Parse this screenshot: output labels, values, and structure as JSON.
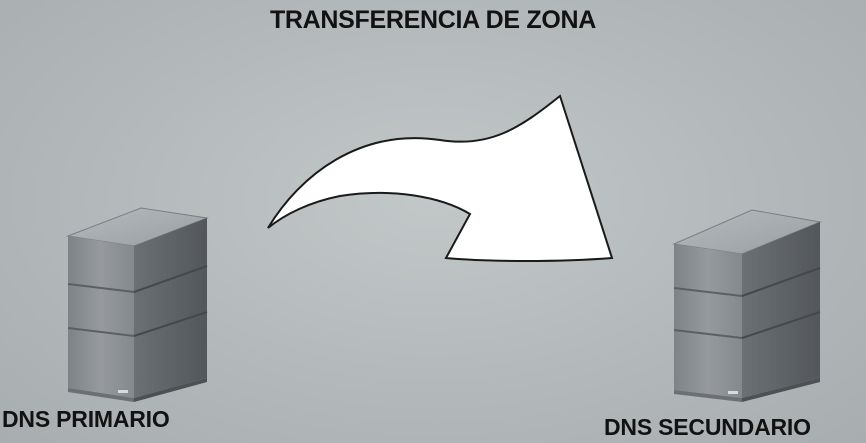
{
  "title": "TRANSFERENCIA DE ZONA",
  "nodes": {
    "primary": {
      "label": "DNS PRIMARIO",
      "icon": "server-icon"
    },
    "secondary": {
      "label": "DNS SECUNDARIO",
      "icon": "server-icon"
    }
  },
  "arrow": {
    "from": "primary",
    "to": "secondary",
    "icon": "curved-arrow-icon"
  },
  "colors": {
    "background": "#b3b8ba",
    "server_face": "#8d9296",
    "server_top": "#a6abaf",
    "server_side": "#5f6367",
    "arrow_fill": "#ffffff",
    "text": "#121212"
  }
}
